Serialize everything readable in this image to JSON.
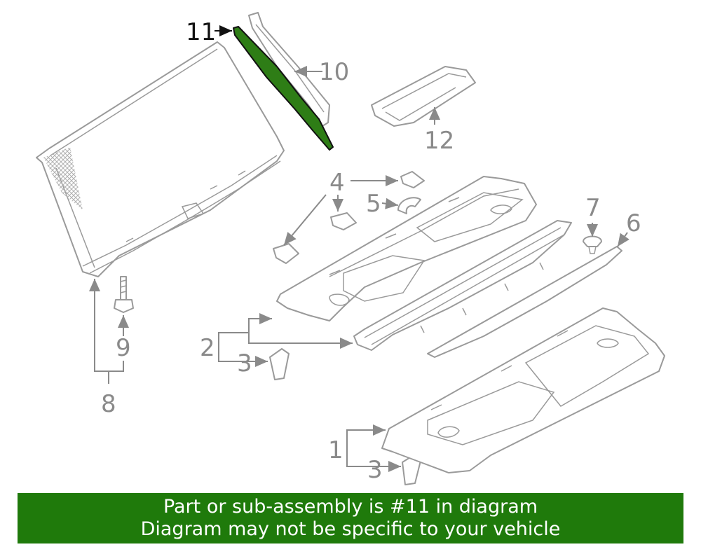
{
  "callouts": {
    "c1": "1",
    "c2": "2",
    "c3a": "3",
    "c3b": "3",
    "c4": "4",
    "c5": "5",
    "c6": "6",
    "c7": "7",
    "c8": "8",
    "c9": "9",
    "c10": "10",
    "c11": "11",
    "c12": "12"
  },
  "highlight": {
    "part": "11",
    "color": "#2e7d16"
  },
  "banner": {
    "line1": "Part or sub-assembly is #11 in diagram",
    "line2": "Diagram may not be specific to your vehicle",
    "color": "#1f7a0b"
  }
}
